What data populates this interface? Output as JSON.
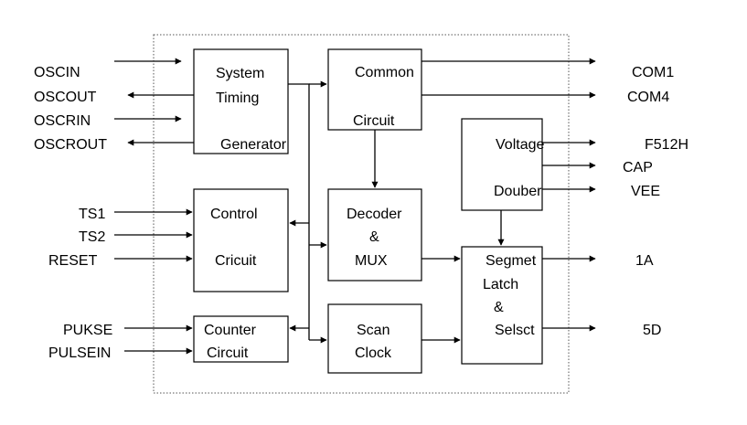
{
  "blocks": {
    "system_timing": [
      "System",
      "Timing",
      "Generator"
    ],
    "common": [
      "Common",
      "Circuit"
    ],
    "voltage": [
      "Voltage",
      "Douber"
    ],
    "control": [
      "Control",
      "Cricuit"
    ],
    "decoder": [
      "Decoder",
      "&",
      "MUX"
    ],
    "segment": [
      "Segmet",
      "Latch",
      "&",
      "Selsct"
    ],
    "counter": [
      "Counter",
      "Circuit"
    ],
    "scan": [
      "Scan",
      "Clock"
    ]
  },
  "signals": {
    "left": [
      "OSCIN",
      "OSCOUT",
      "OSCRIN",
      "OSCROUT",
      "TS1",
      "TS2",
      "RESET",
      "PUKSE",
      "PULSEIN"
    ],
    "right": [
      "COM1",
      "COM4",
      "F512H",
      "CAP",
      "VEE",
      "1A",
      "5D"
    ]
  }
}
